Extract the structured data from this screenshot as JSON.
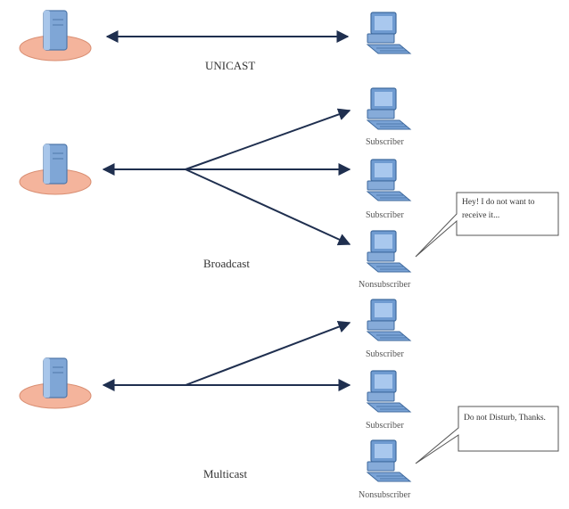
{
  "sections": {
    "unicast": {
      "title": "UNICAST"
    },
    "broadcast": {
      "title": "Broadcast",
      "receivers": [
        "Subscriber",
        "Subscriber",
        "Nonsubscriber"
      ],
      "speech": "Hey! I do not want to receive it..."
    },
    "multicast": {
      "title": "Multicast",
      "receivers": [
        "Subscriber",
        "Subscriber",
        "Nonsubscriber"
      ],
      "speech": "Do not  Disturb, Thanks."
    }
  },
  "colors": {
    "arrow": "#1f2f4f",
    "server_base": "#f4b49c",
    "server_body": "#7fa6d6",
    "monitor": "#6f9bd1",
    "bubble_border": "#555555"
  },
  "icons": {
    "server": "server-icon",
    "computer": "computer-icon"
  }
}
